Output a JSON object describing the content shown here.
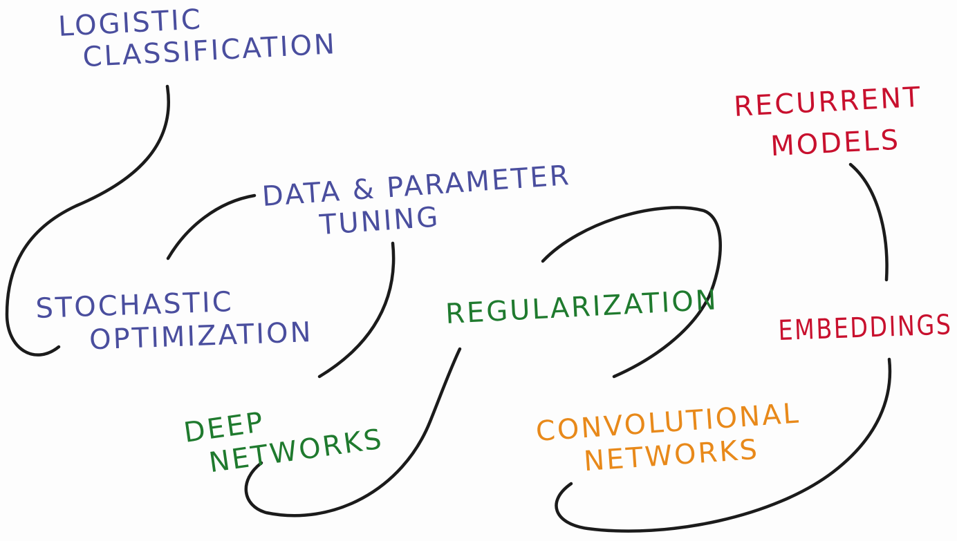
{
  "colors": {
    "background": "#ffffff",
    "connector": "#1b1b1b",
    "blue_topics": "#4a4e9e",
    "green_topics": "#1f7a2e",
    "orange_topics": "#e8891a",
    "red_topics": "#c8102e"
  },
  "nodes": {
    "logistic_classification": {
      "lines": [
        "LOGISTIC",
        "CLASSIFICATION"
      ]
    },
    "stochastic_optimization": {
      "lines": [
        "STOCHASTIC",
        "OPTIMIZATION"
      ]
    },
    "data_parameter_tuning": {
      "lines": [
        "DATA & PARAMETER",
        "TUNING"
      ]
    },
    "deep_networks": {
      "lines": [
        "DEEP",
        "NETWORKS"
      ]
    },
    "regularization": {
      "lines": [
        "REGULARIZATION"
      ]
    },
    "convolutional_networks": {
      "lines": [
        "CONVOLUTIONAL",
        "NETWORKS"
      ]
    },
    "recurrent_models": {
      "lines": [
        "RECURRENT",
        "MODELS"
      ]
    },
    "embeddings": {
      "lines": [
        "EMBEDDINGS"
      ]
    }
  }
}
